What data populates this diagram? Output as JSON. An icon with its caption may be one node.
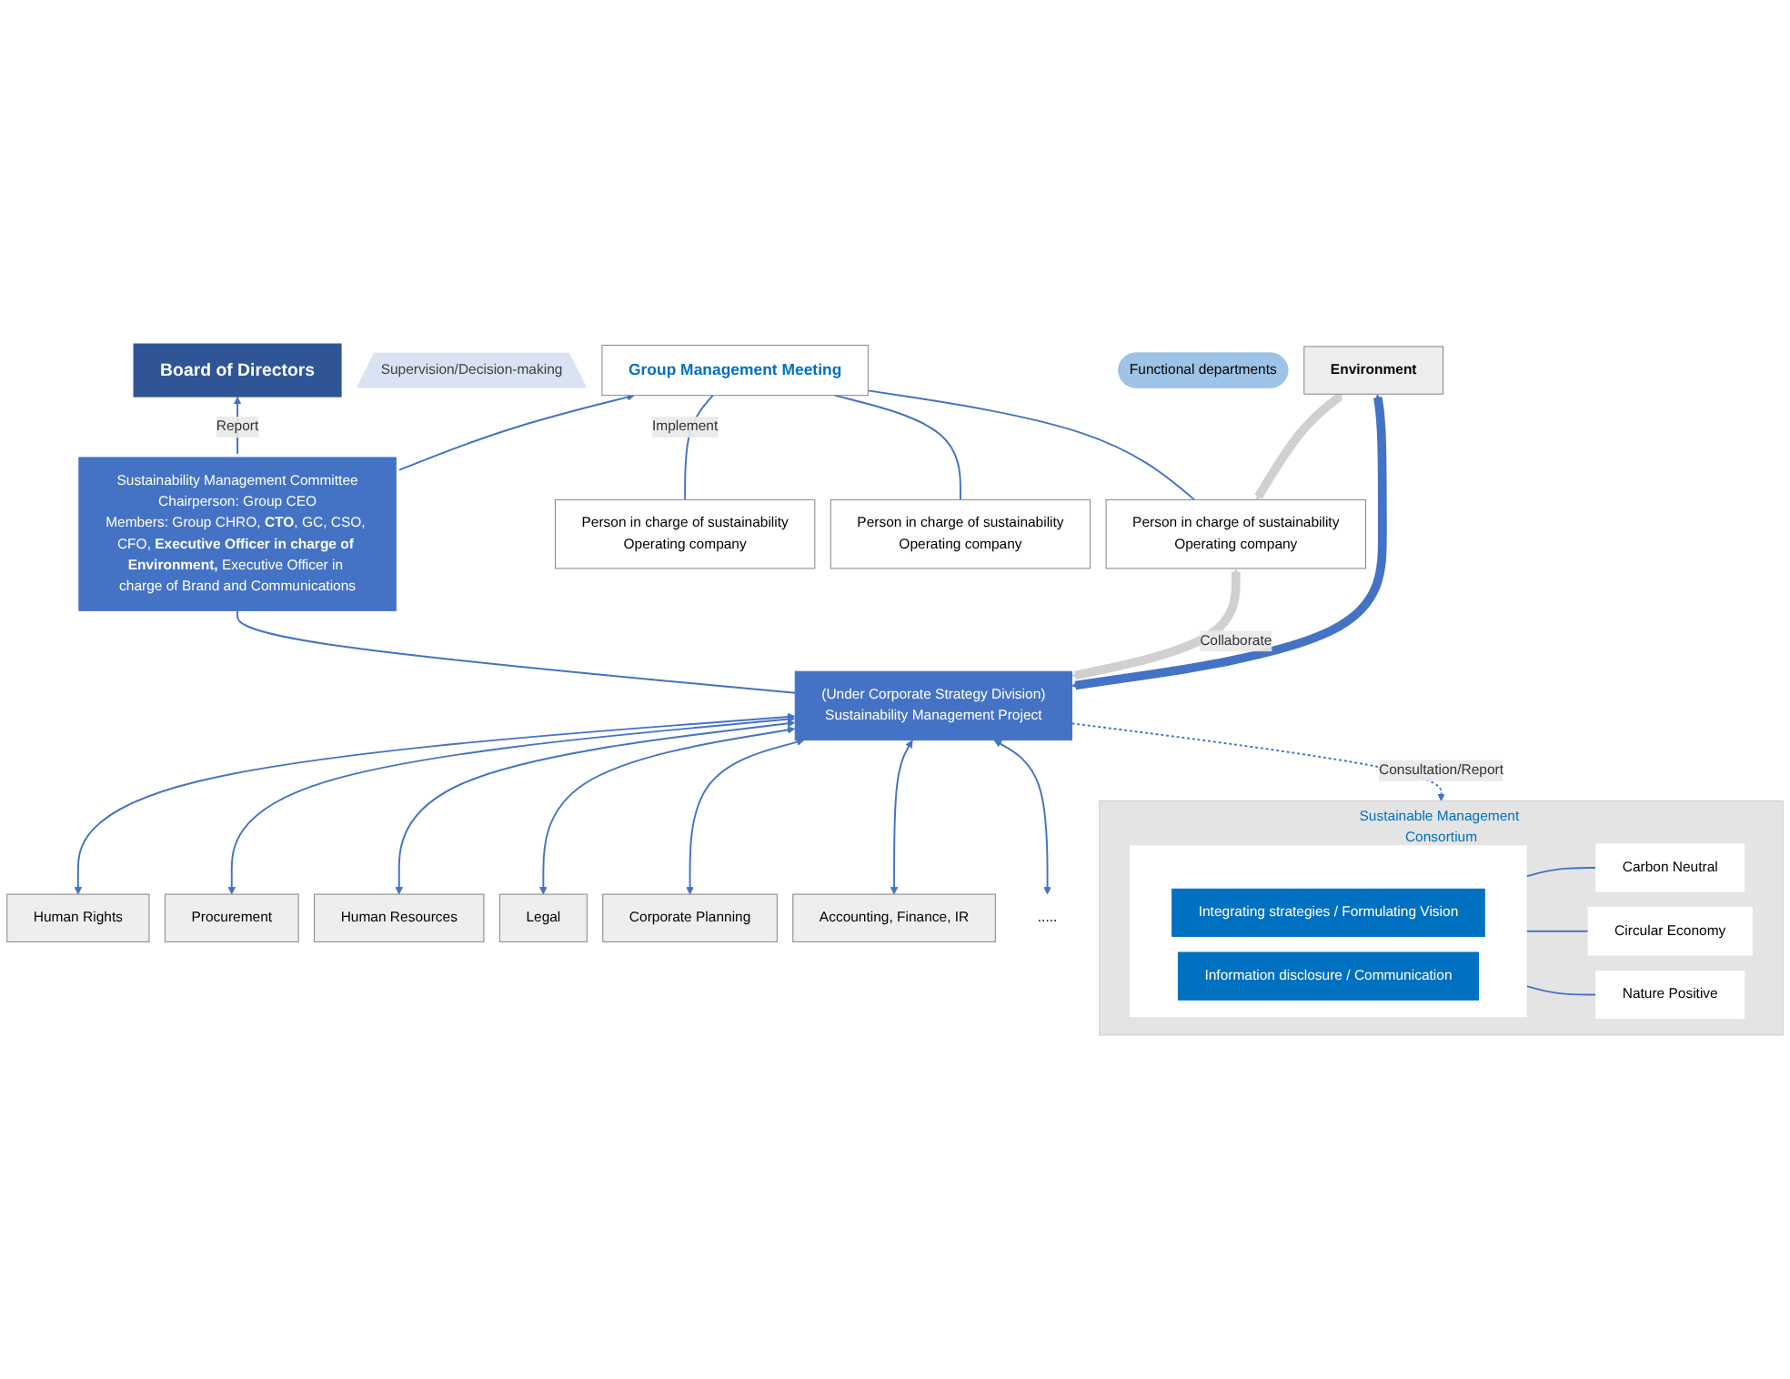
{
  "diagram": {
    "nodes": [
      {
        "text": [
          "Board of Directors"
        ]
      },
      {
        "text": [
          "Supervision/Decision-making"
        ]
      },
      {
        "text": [
          "Group Management Meeting"
        ]
      },
      {
        "text": [
          "Sustainability Management Committee",
          "Chairperson: Group CEO",
          "Members: Group CHRO, **CTO**, GC, CSO, CFO, **Executive Officer in charge of Environment,** Executive Officer in charge of Brand and Communications"
        ]
      },
      {
        "text": [
          "(Under Corporate Strategy Division)",
          "Sustainability Management Project"
        ]
      },
      {
        "text": [
          "Person in charge of sustainability",
          "Operating company"
        ]
      },
      {
        "text": [
          "Person in charge of sustainability",
          "Operating company"
        ]
      },
      {
        "text": [
          "Person in charge of sustainability",
          "Operating company"
        ]
      },
      {
        "text": [
          "Functional departments"
        ]
      },
      {
        "text": [
          "Environment"
        ]
      },
      {
        "text": [
          "Human Rights"
        ]
      },
      {
        "text": [
          "Procurement"
        ]
      },
      {
        "text": [
          "Human Resources"
        ]
      },
      {
        "text": [
          "Legal"
        ]
      },
      {
        "text": [
          "Corporate Planning"
        ]
      },
      {
        "text": [
          "Accounting, Finance, IR"
        ]
      },
      {
        "text": [
          "....."
        ]
      },
      {
        "text": [
          "Sustainable Management Consortium"
        ]
      },
      {
        "text": [],
        "shape": "box",
        "in": 17
      },
      {
        "text": [
          "Integrating strategies / Formulating Vision"
        ],
        "in": 18
      },
      {
        "text": [
          "Information disclosure / Communication"
        ],
        "in": 18
      },
      {
        "text": [
          "Carbon Neutral"
        ],
        "in": 17
      },
      {
        "text": [
          "Circular Economy"
        ],
        "in": 17
      },
      {
        "text": [
          "Nature Positive"
        ],
        "in": 17
      }
    ],
    "edges": [
      {
        "from": 3,
        "to": 0,
        "arrow": "to",
        "label": "Report"
      },
      {
        "from": 3,
        "to": 2,
        "arrow": "to"
      },
      {
        "from": 3,
        "to": 4,
        "arrow": "none"
      },
      {
        "from": 2,
        "to": 5,
        "arrow": "none",
        "label": "Implement"
      },
      {
        "from": 2,
        "to": 6,
        "arrow": "none"
      },
      {
        "from": 2,
        "to": 7,
        "arrow": "none"
      },
      {
        "from": 7,
        "to": 4,
        "arrow": "both",
        "label": "Collaborate",
        "style": "thick",
        "color": "#d0d0d0"
      },
      {
        "from": 7,
        "to": 9,
        "arrow": "both",
        "style": "thick",
        "color": "#d0d0d0"
      },
      {
        "from": 4,
        "to": 9,
        "arrow": "both",
        "style": "thick"
      },
      {
        "from": 4,
        "to": 10,
        "arrow": "both"
      },
      {
        "from": 4,
        "to": 11,
        "arrow": "both"
      },
      {
        "from": 4,
        "to": 12,
        "arrow": "both"
      },
      {
        "from": 4,
        "to": 13,
        "arrow": "both"
      },
      {
        "from": 4,
        "to": 14,
        "arrow": "both"
      },
      {
        "from": 4,
        "to": 15,
        "arrow": "both"
      },
      {
        "from": 4,
        "to": 16,
        "arrow": "both"
      },
      {
        "from": 4,
        "to": 17,
        "arrow": "to",
        "label": "Consultation/Report",
        "style": "dashed"
      },
      {
        "from": 18,
        "to": 21,
        "arrow": "none"
      },
      {
        "from": 18,
        "to": 22,
        "arrow": "none"
      },
      {
        "from": 18,
        "to": 23,
        "arrow": "none"
      }
    ]
  }
}
